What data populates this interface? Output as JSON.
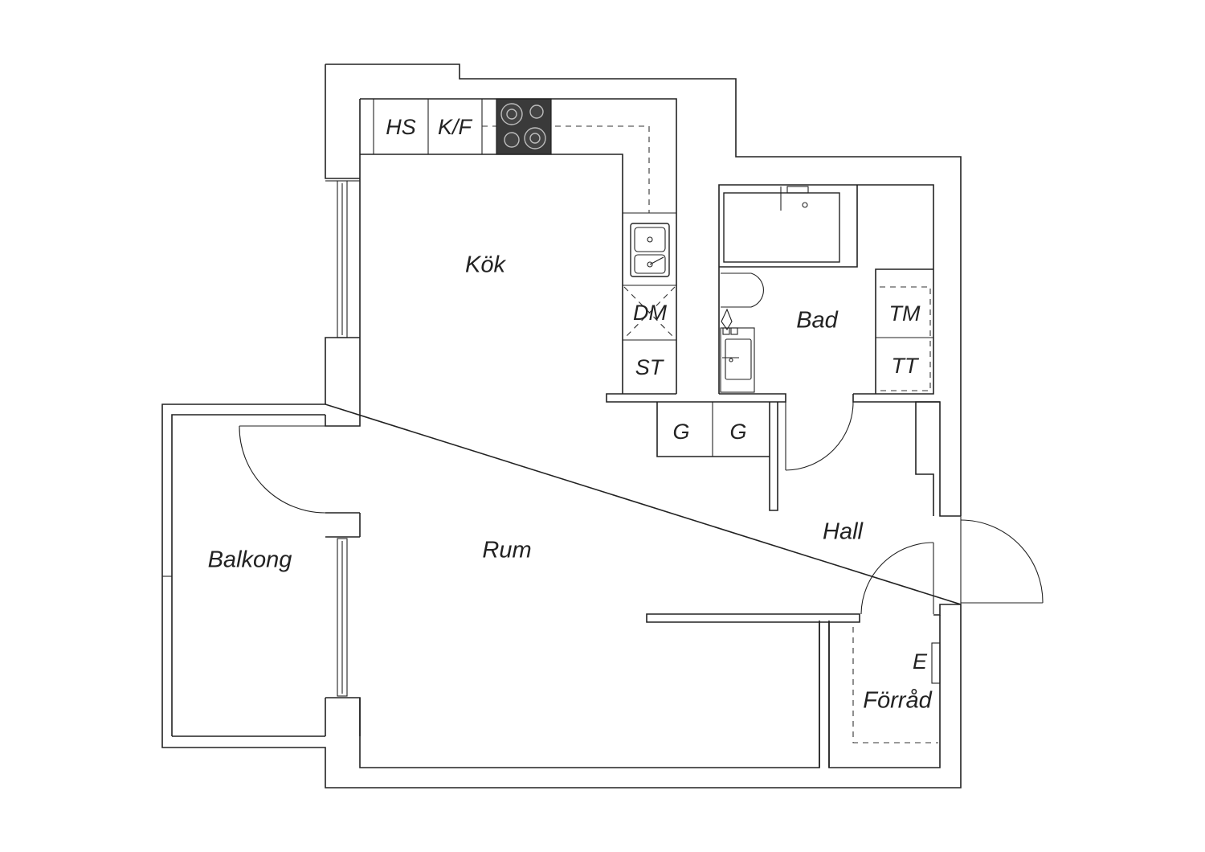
{
  "rooms": {
    "kitchen": "Kök",
    "living_room": "Rum",
    "balcony": "Balkong",
    "bathroom": "Bad",
    "hall": "Hall",
    "storage": "Förråd"
  },
  "fixtures": {
    "tall_cabinet": "HS",
    "fridge_freezer": "K/F",
    "dishwasher": "DM",
    "broom_cupboard": "ST",
    "wardrobe_1": "G",
    "wardrobe_2": "G",
    "washing_machine": "TM",
    "tumble_dryer": "TT",
    "electrical_panel": "E"
  },
  "colors": {
    "line": "#222222",
    "stove_top": "#3a3a3a",
    "background": "#ffffff"
  }
}
